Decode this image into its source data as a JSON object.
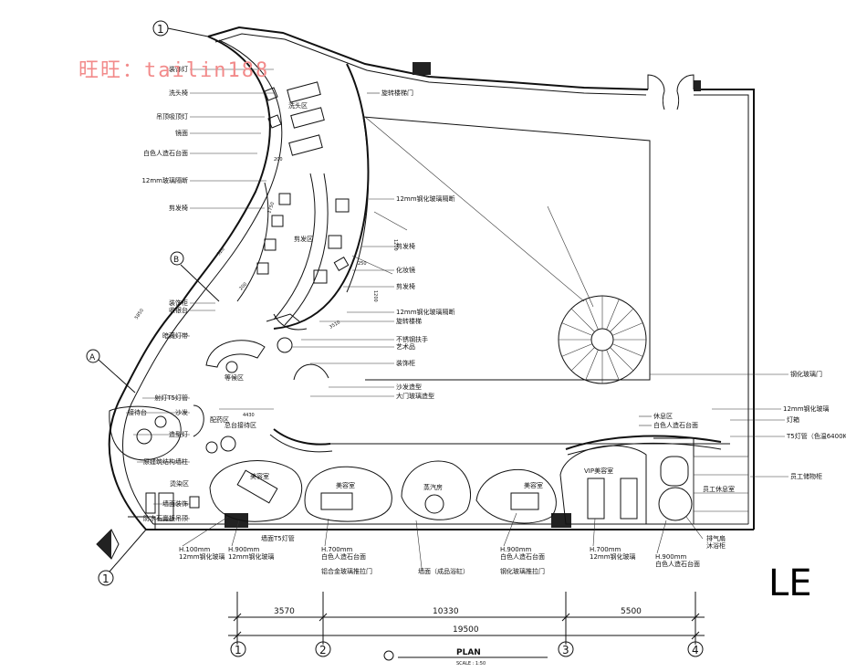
{
  "watermark": "旺旺：tailin188",
  "title": "PLAN",
  "scale": "SCALE : 1:50",
  "corner_mark": "LE",
  "axes": {
    "bottom": [
      "1",
      "2",
      "3",
      "4"
    ],
    "left_top": "1",
    "left_bottom": "1",
    "a": "A",
    "b": "B"
  },
  "dimensions": {
    "segments": [
      "3570",
      "10330",
      "5500"
    ],
    "total": "19500",
    "local": [
      "200",
      "320",
      "5850",
      "200",
      "1200",
      "250",
      "1200",
      "1750",
      "4430",
      "3510"
    ]
  },
  "rooms": {
    "r1": "洗头区",
    "r2": "剪发区",
    "r3": "等候区",
    "r4": "接待台",
    "r5": "烫染区",
    "r6": "配药区",
    "r7": "美容室",
    "r8": "美容室",
    "r9": "蒸汽房",
    "r10": "美容室",
    "r11": "VIP美容室",
    "r12": "员工休息室",
    "r13": "总台接待区"
  },
  "labels_left": [
    "装饰灯",
    "洗头椅",
    "吊顶吸顶灯",
    "镜面",
    "白色人造石台面",
    "12mm玻璃隔断",
    "剪发椅",
    "装饰柜",
    "收银台",
    "暗藏灯带",
    "射灯T5灯管",
    "沙发",
    "造型灯",
    "原建筑结构墙柱",
    "墙面装饰",
    "防水石膏板吊顶"
  ],
  "labels_right": [
    "旋转楼梯门",
    "12mm钢化玻璃隔断",
    "剪发椅",
    "化妆镜",
    "剪发椅",
    "12mm钢化玻璃隔断",
    "旋转楼梯",
    "不锈钢扶手",
    "艺术品",
    "装饰柜",
    "沙发造型",
    "大门玻璃造型",
    "钢化玻璃门",
    "12mm钢化玻璃",
    "休息区",
    "白色人造石台面",
    "灯箱",
    "T5灯管（色温6400K）",
    "员工储物柜"
  ],
  "labels_bottom": [
    "H.100mm",
    "12mm钢化玻璃",
    "H.900mm",
    "12mm钢化玻璃",
    "墙面T5灯管",
    "H.700mm",
    "白色人造石台面",
    "铝合金玻璃推拉门",
    "墙面（成品浴缸）",
    "H.900mm",
    "白色人造石台面",
    "钢化玻璃推拉门",
    "H.700mm",
    "12mm钢化玻璃",
    "H.900mm",
    "白色人造石台面",
    "排气扇",
    "沐浴柜"
  ]
}
